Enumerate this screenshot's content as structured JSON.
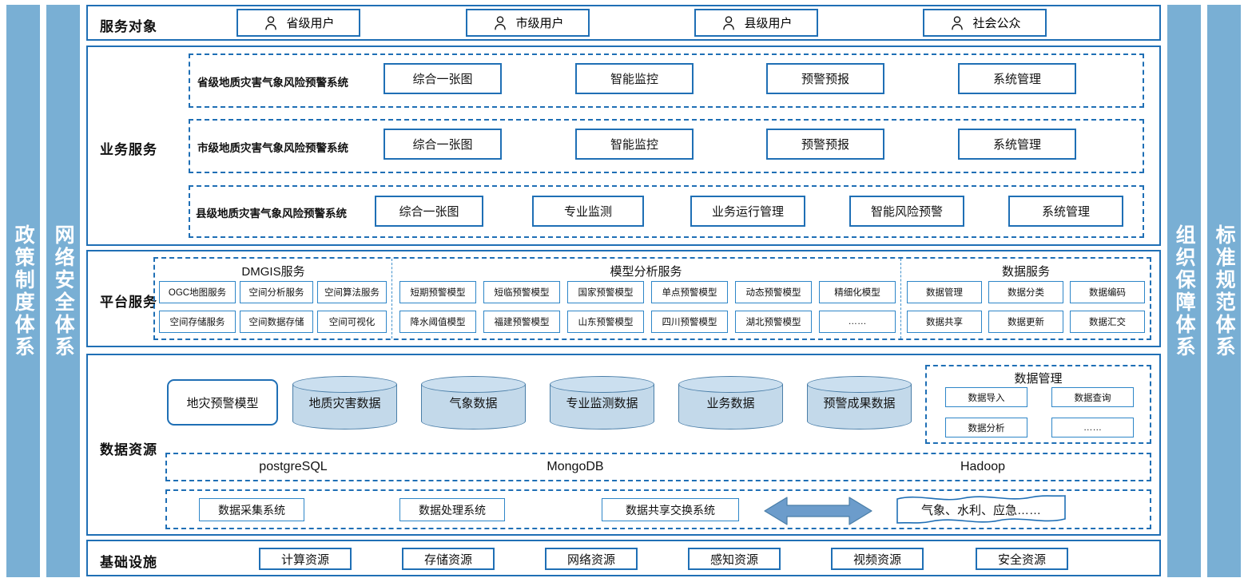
{
  "pillars": {
    "left": [
      {
        "label": "政策制度体系"
      },
      {
        "label": "网络安全体系"
      }
    ],
    "right": [
      {
        "label": "组织保障体系"
      },
      {
        "label": "标准规范体系"
      }
    ]
  },
  "service_objects": {
    "label": "服务对象",
    "items": [
      {
        "label": "省级用户",
        "icon": "user-icon"
      },
      {
        "label": "市级用户",
        "icon": "user-icon"
      },
      {
        "label": "县级用户",
        "icon": "user-icon"
      },
      {
        "label": "社会公众",
        "icon": "user-icon"
      }
    ]
  },
  "business_service": {
    "label": "业务服务",
    "rows": [
      {
        "system": "省级地质灾害气象风险预警系统",
        "modules": [
          "综合一张图",
          "智能监控",
          "预警预报",
          "系统管理"
        ]
      },
      {
        "system": "市级地质灾害气象风险预警系统",
        "modules": [
          "综合一张图",
          "智能监控",
          "预警预报",
          "系统管理"
        ]
      },
      {
        "system": "县级地质灾害气象风险预警系统",
        "modules": [
          "综合一张图",
          "专业监测",
          "业务运行管理",
          "智能风险预警",
          "系统管理"
        ]
      }
    ]
  },
  "platform_service": {
    "label": "平台服务",
    "groups": [
      {
        "title": "DMGIS服务",
        "row1": [
          "OGC地图服务",
          "空间分析服务",
          "空间算法服务"
        ],
        "row2": [
          "空间存储服务",
          "空间数据存储",
          "空间可视化"
        ]
      },
      {
        "title": "模型分析服务",
        "row1": [
          "短期预警模型",
          "短临预警模型",
          "国家预警模型",
          "单点预警模型",
          "动态预警模型",
          "精细化模型"
        ],
        "row2": [
          "降水阈值模型",
          "福建预警模型",
          "山东预警模型",
          "四川预警模型",
          "湖北预警模型",
          "……"
        ]
      },
      {
        "title": "数据服务",
        "row1": [
          "数据管理",
          "数据分类",
          "数据编码"
        ],
        "row2": [
          "数据共享",
          "数据更新",
          "数据汇交"
        ]
      }
    ]
  },
  "data_resource": {
    "label": "数据资源",
    "model_box": "地灾预警模型",
    "cylinders": [
      "地质灾害数据",
      "气象数据",
      "专业监测数据",
      "业务数据",
      "预警成果数据"
    ],
    "data_management": {
      "title": "数据管理",
      "items": [
        "数据导入",
        "数据查询",
        "数据分析",
        "……"
      ]
    },
    "databases": [
      "postgreSQL",
      "MongoDB",
      "Hadoop"
    ],
    "systems": [
      "数据采集系统",
      "数据处理系统",
      "数据共享交换系统"
    ],
    "exchange_arrow": "double-arrow-icon",
    "external": "气象、水利、应急……"
  },
  "infrastructure": {
    "label": "基础设施",
    "items": [
      "计算资源",
      "存储资源",
      "网络资源",
      "感知资源",
      "视频资源",
      "安全资源"
    ]
  },
  "colors": {
    "pillar_fill": "#79AFD4",
    "border_blue": "#1F6FB5",
    "thin_blue": "#2E86C8",
    "cylinder_fill": "#C3D9EA",
    "cylinder_stroke": "#4A7EA8",
    "arrow_fill": "#6C9CCB"
  }
}
